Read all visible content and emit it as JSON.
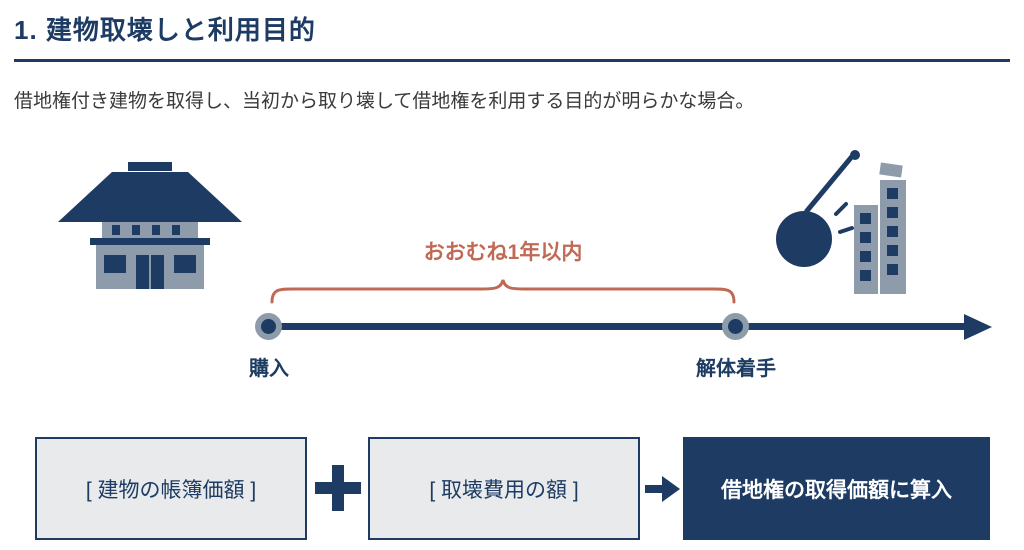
{
  "header": {
    "title": "1. 建物取壊しと利用目的",
    "subtitle": "借地権付き建物を取得し、当初から取り壊して借地権を利用する目的が明らかな場合。"
  },
  "timeline": {
    "duration_label": "おおむね1年以内",
    "start_label": "購入",
    "end_label": "解体着手"
  },
  "formula": {
    "operand1": "[ 建物の帳簿価額 ]",
    "operand2": "[ 取壊費用の額 ]",
    "result": "借地権の取得価額に算入"
  },
  "icons": {
    "left": "old-building-icon",
    "right": "wrecking-ball-icon",
    "operator": "plus-icon",
    "relation": "arrow-right-icon"
  },
  "colors": {
    "navy": "#1d3b63",
    "accent_orange": "#c06a55",
    "box_background": "#e8eaec",
    "muted_blue_gray": "#8d9bab",
    "text_dark": "#3a3a3a"
  }
}
